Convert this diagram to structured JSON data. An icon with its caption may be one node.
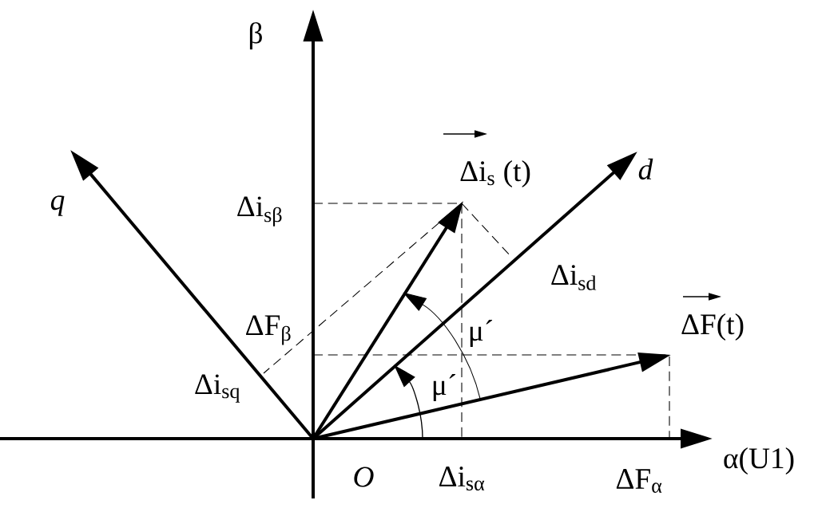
{
  "diagram": {
    "labels": [
      "β",
      "*q*",
      "*d*",
      "Δi$_{s}$ (t)",
      "Δi$_{sβ}$",
      "Δi$_{sd}$",
      "ΔF$_{β}$",
      "ΔF(t)",
      "μ´",
      "μ´",
      "Δi$_{sq}$",
      "α(U1)",
      "*O*",
      "Δi$_{sα}$",
      "ΔF$_{α}$"
    ]
  }
}
